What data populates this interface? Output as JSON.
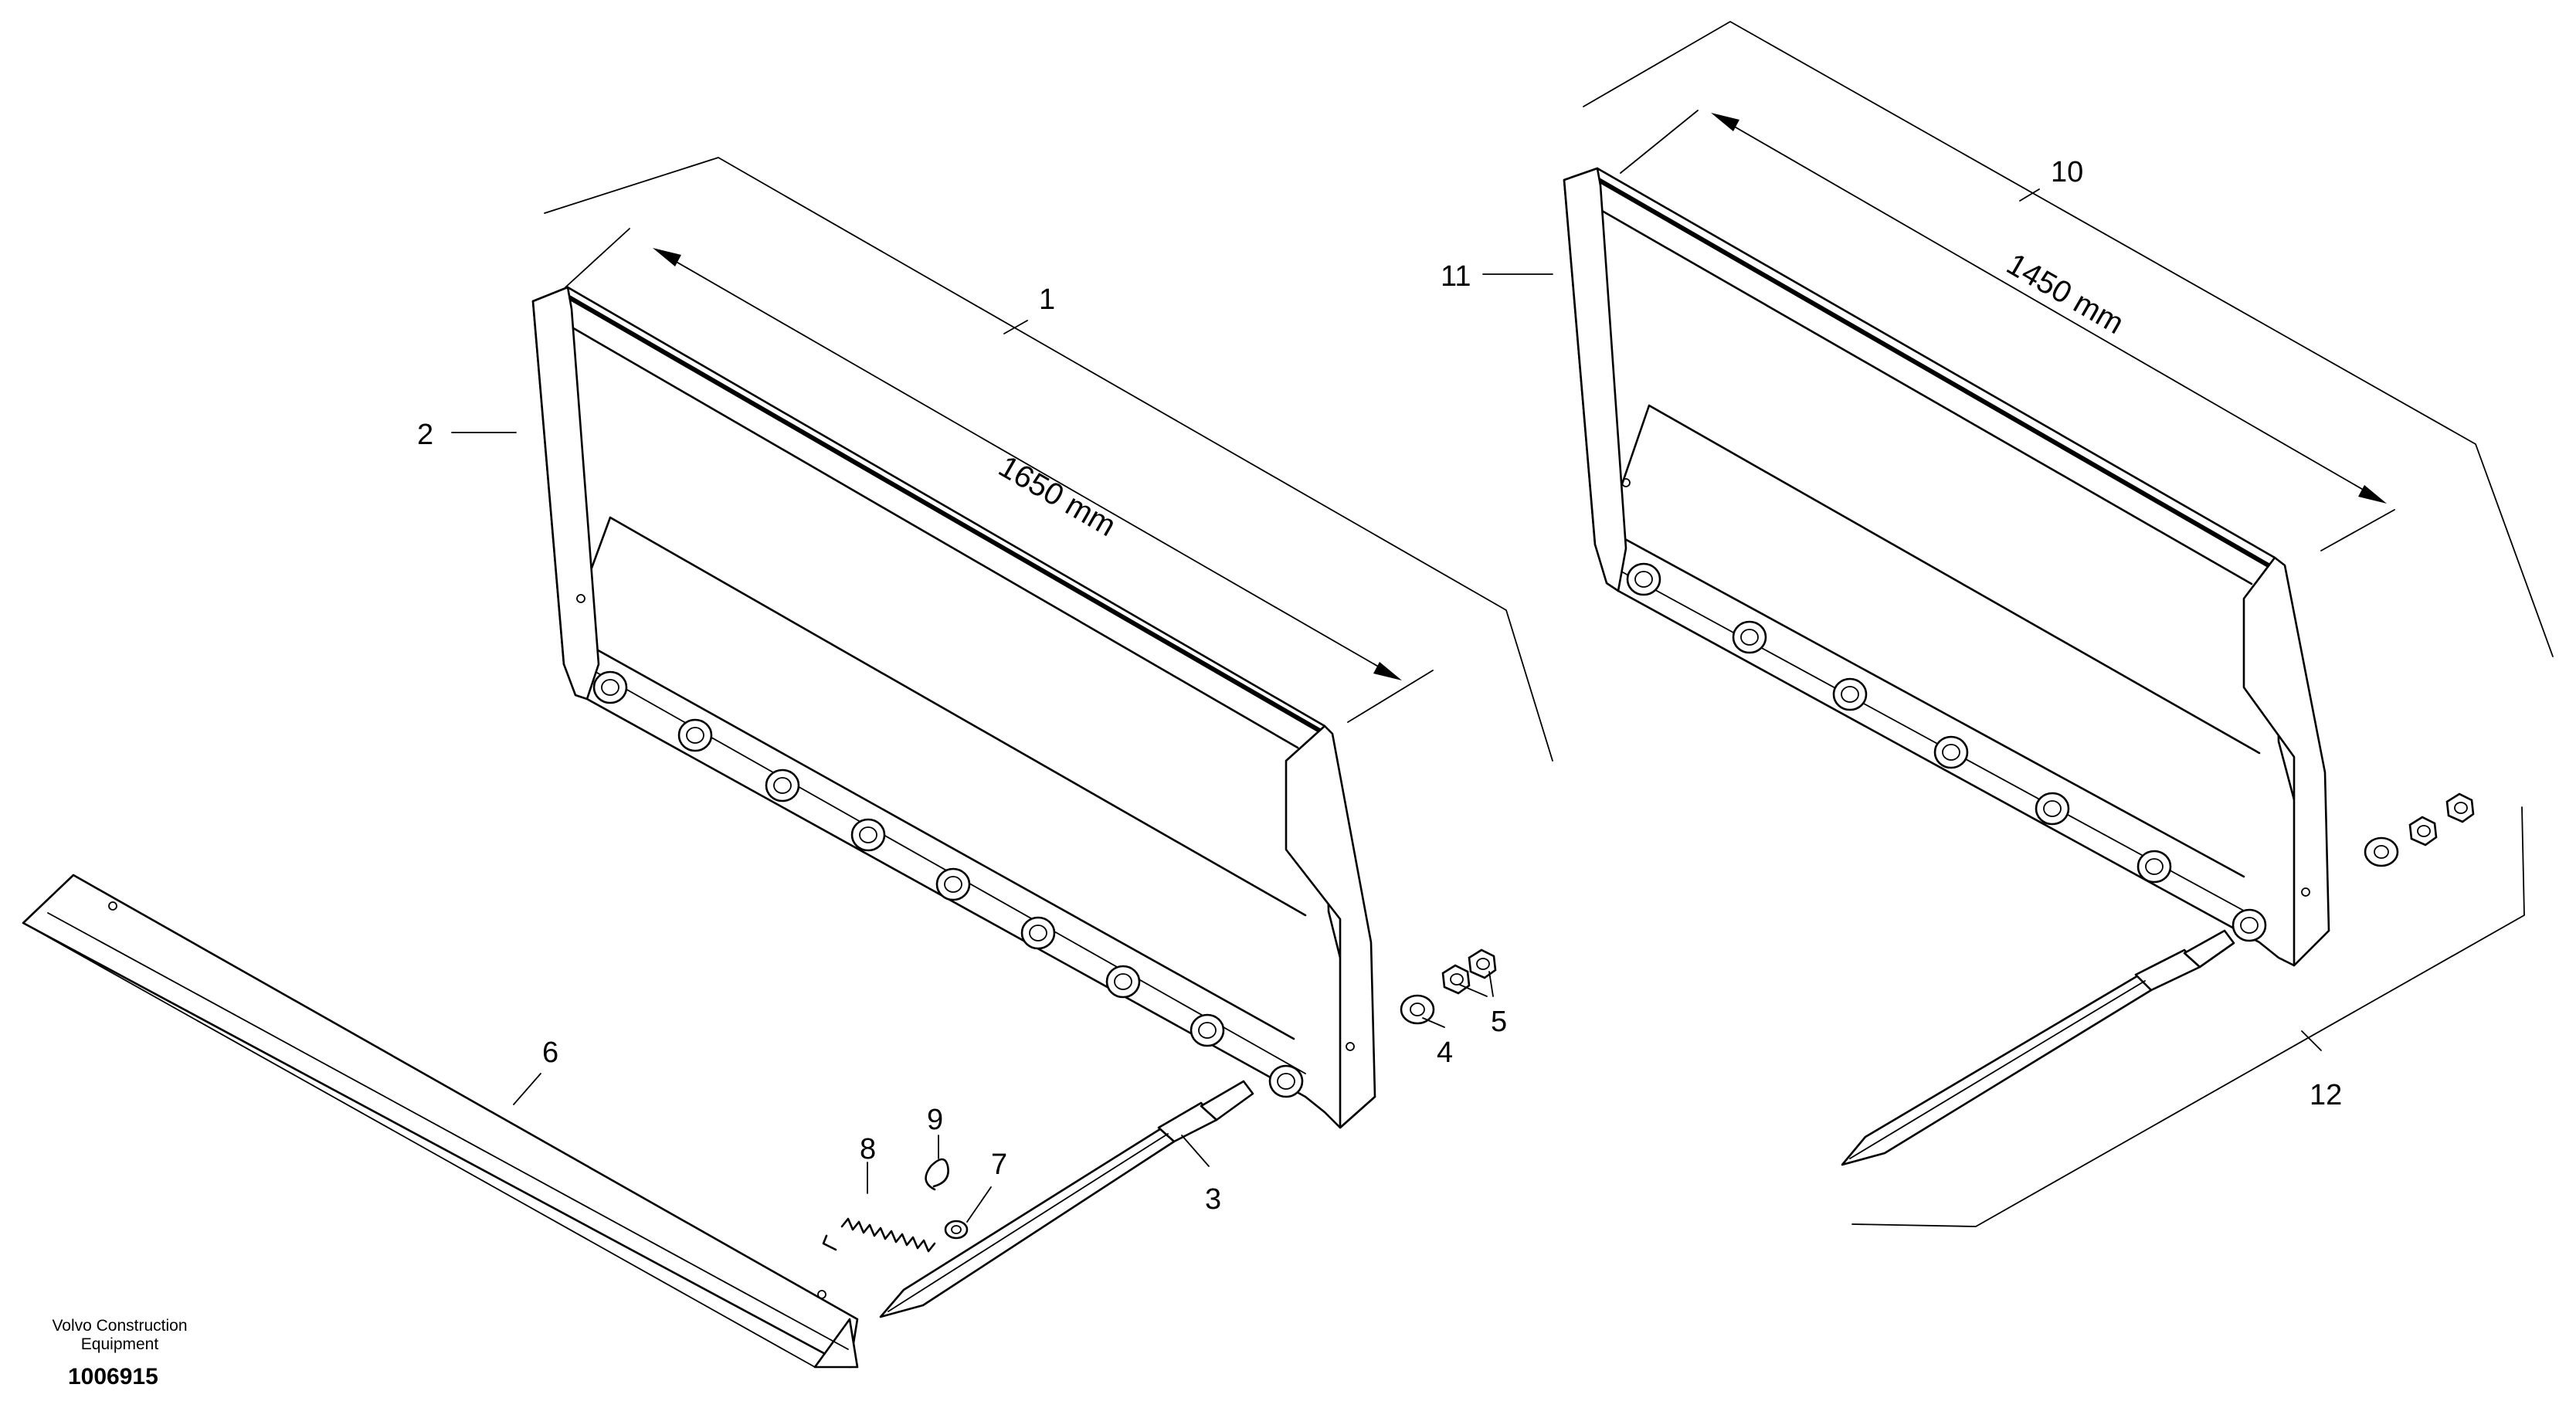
{
  "labels": {
    "l1": "1",
    "l2": "2",
    "l3": "3",
    "l4": "4",
    "l5": "5",
    "l6": "6",
    "l7": "7",
    "l8": "8",
    "l9": "9",
    "l10": "10",
    "l11": "11",
    "l12": "12"
  },
  "dimensions": {
    "left_width": "1650 mm",
    "right_width": "1450 mm"
  },
  "footer": {
    "company_line1": "Volvo Construction",
    "company_line2": "Equipment",
    "document_number": "1006915"
  }
}
